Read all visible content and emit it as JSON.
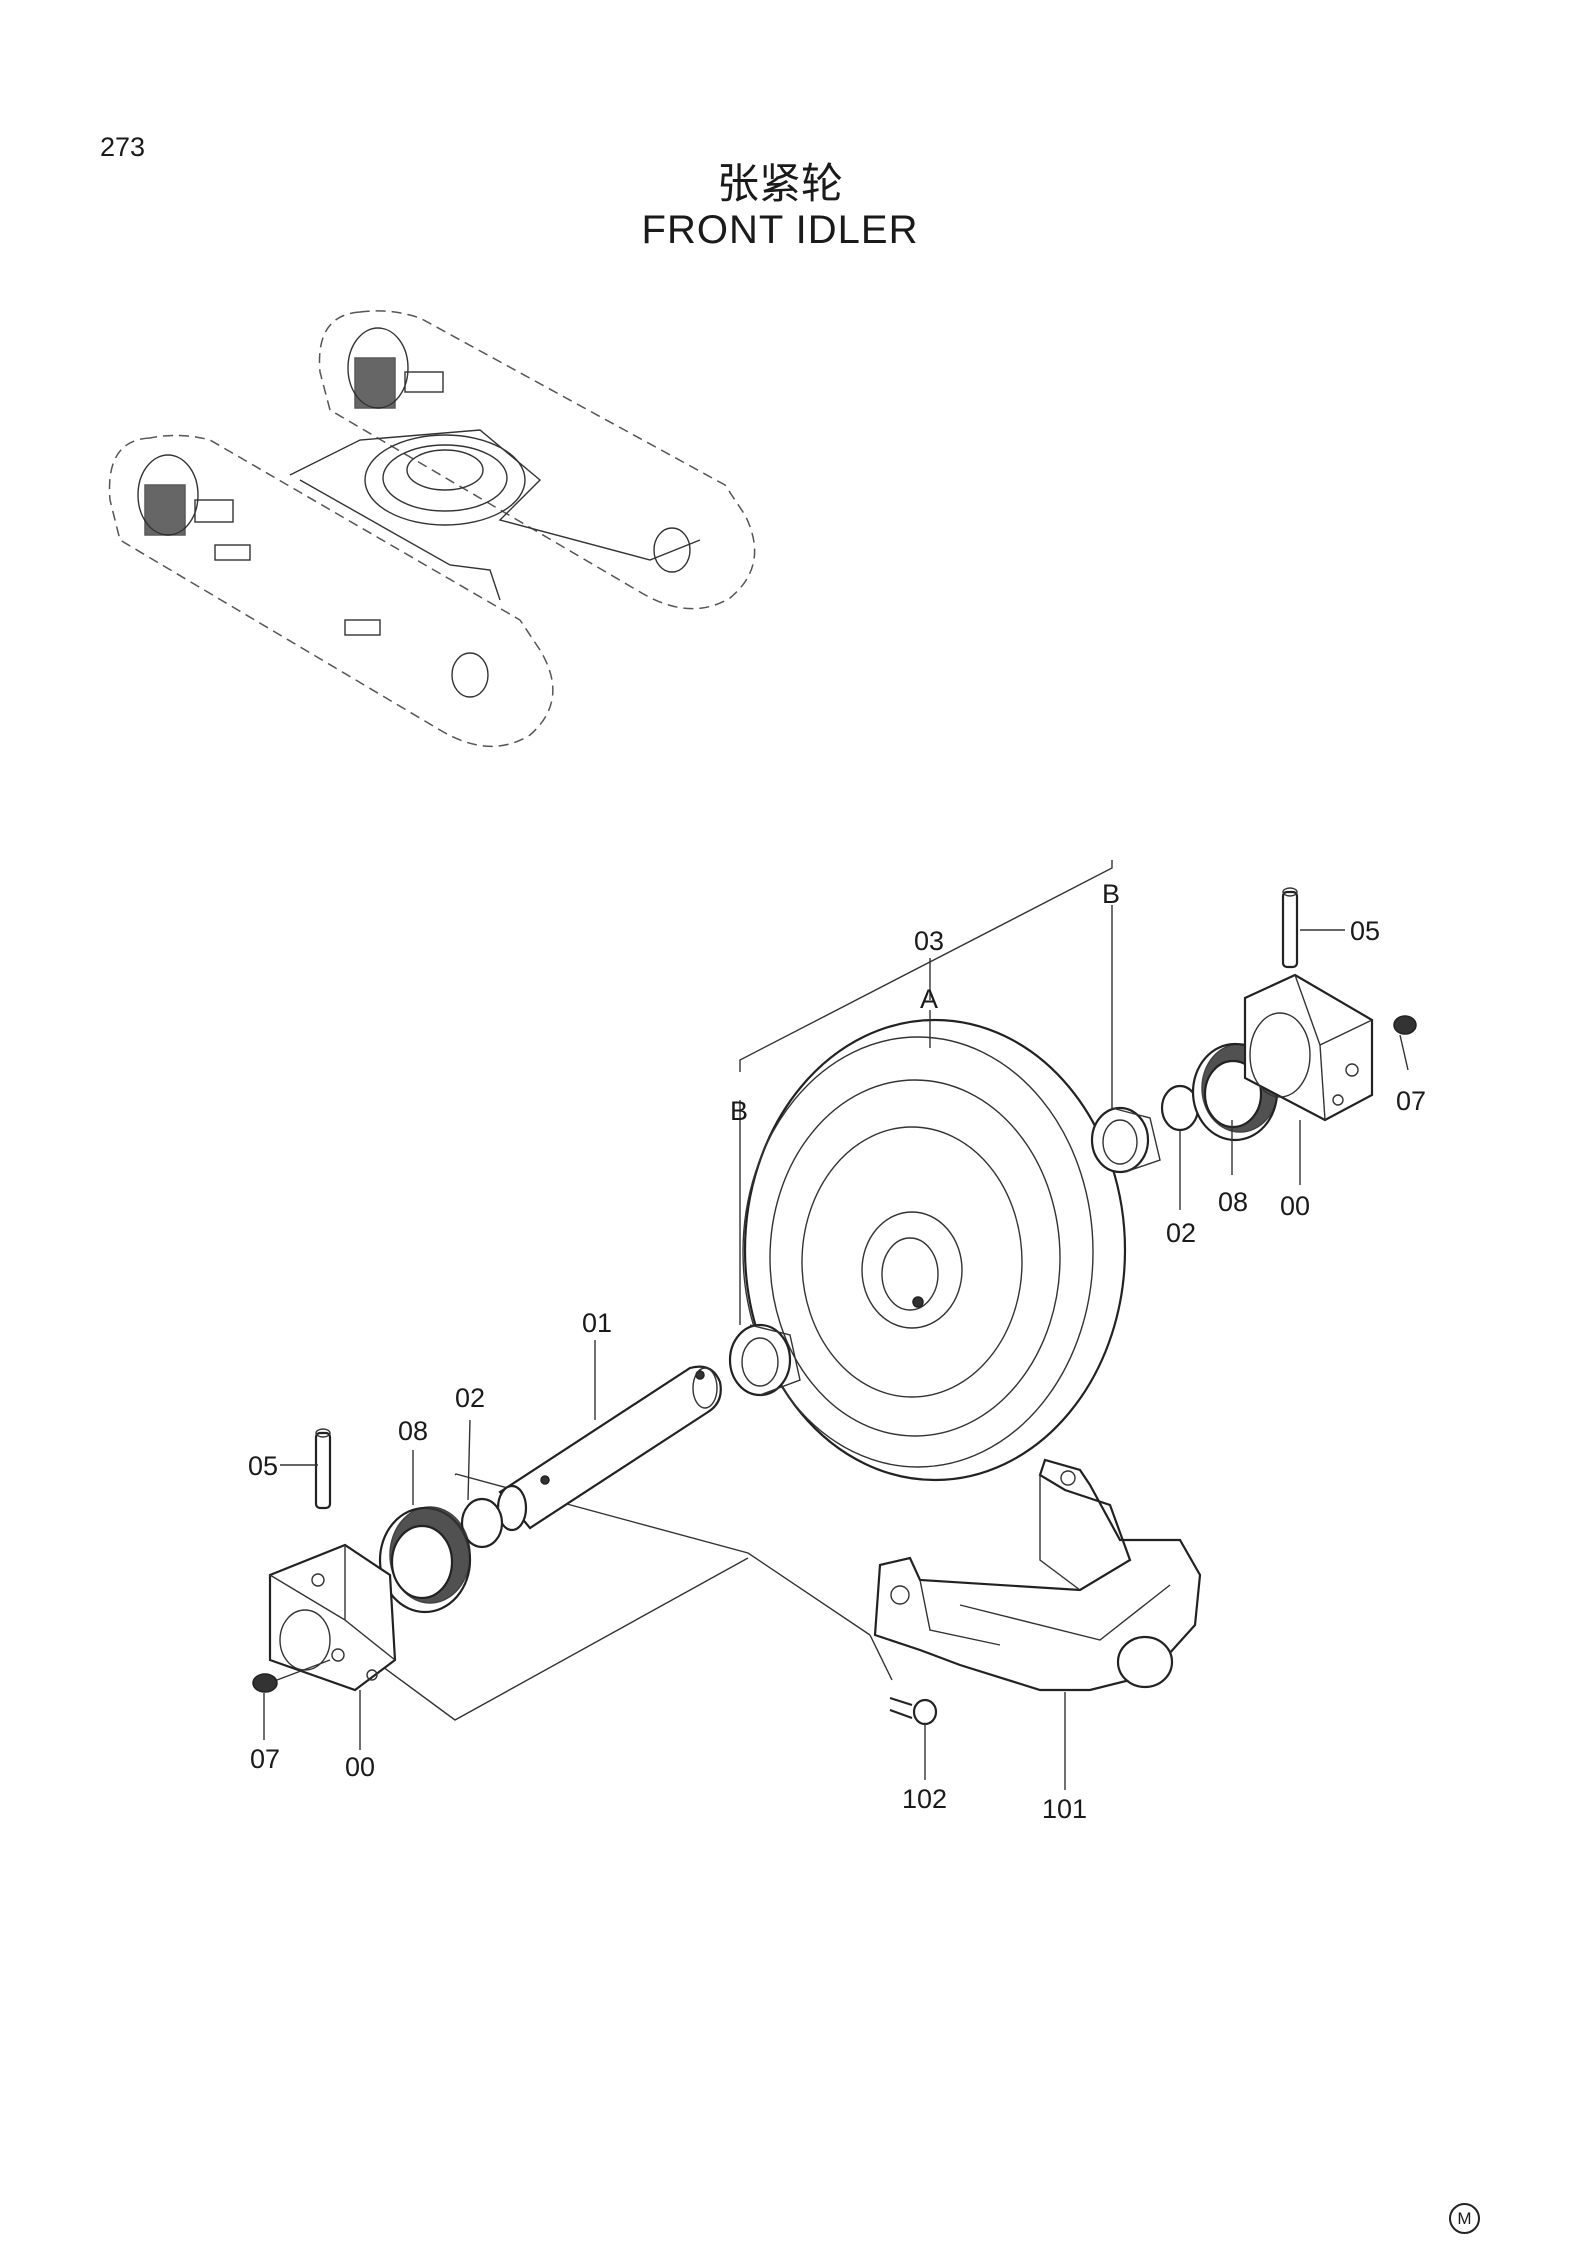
{
  "page_number": "273",
  "title_cn": "张紧轮",
  "title_en": "FRONT  IDLER",
  "mark": "M",
  "callouts": {
    "c03": "03",
    "cA": "A",
    "cB_right": "B",
    "cB_left": "B",
    "c05_right": "05",
    "c07_right": "07",
    "c08_right": "08",
    "c00_right": "00",
    "c02_right": "02",
    "c01": "01",
    "c02_left": "02",
    "c08_left": "08",
    "c05_left": "05",
    "c07_left": "07",
    "c00_left": "00",
    "c102": "102",
    "c101": "101"
  }
}
